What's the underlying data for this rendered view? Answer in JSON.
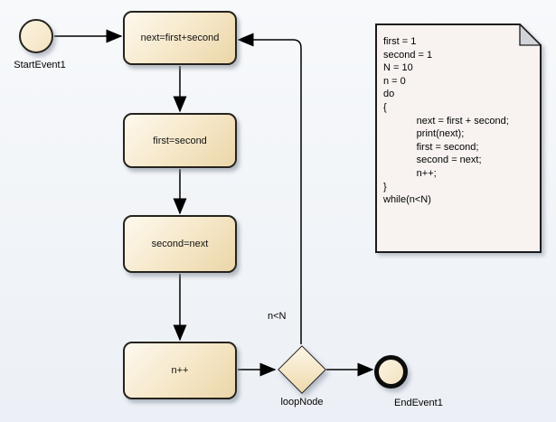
{
  "diagram": {
    "start_event": {
      "label": "StartEvent1"
    },
    "actions": [
      {
        "label": "next=first+second"
      },
      {
        "label": "first=second"
      },
      {
        "label": "second=next"
      },
      {
        "label": "n++"
      }
    ],
    "decision": {
      "label": "loopNode",
      "guard": "n<N"
    },
    "end_event": {
      "label": "EndEvent1"
    },
    "note": {
      "text": "first = 1\nsecond = 1\nN = 10\nn = 0\ndo\n{\n            next = first + second;\n            print(next);\n            first = second;\n            second = next;\n            n++;\n}\nwhile(n<N)"
    },
    "colors": {
      "node_fill_light": "#fdf9ee",
      "node_fill_dark": "#ebd6a8",
      "node_border": "#26231d",
      "note_fill": "#f8f3f1",
      "note_fold": "#d2d4da",
      "edge": "#000000",
      "background_top": "#f7f9fb",
      "background_bottom": "#ecf0f6"
    }
  }
}
